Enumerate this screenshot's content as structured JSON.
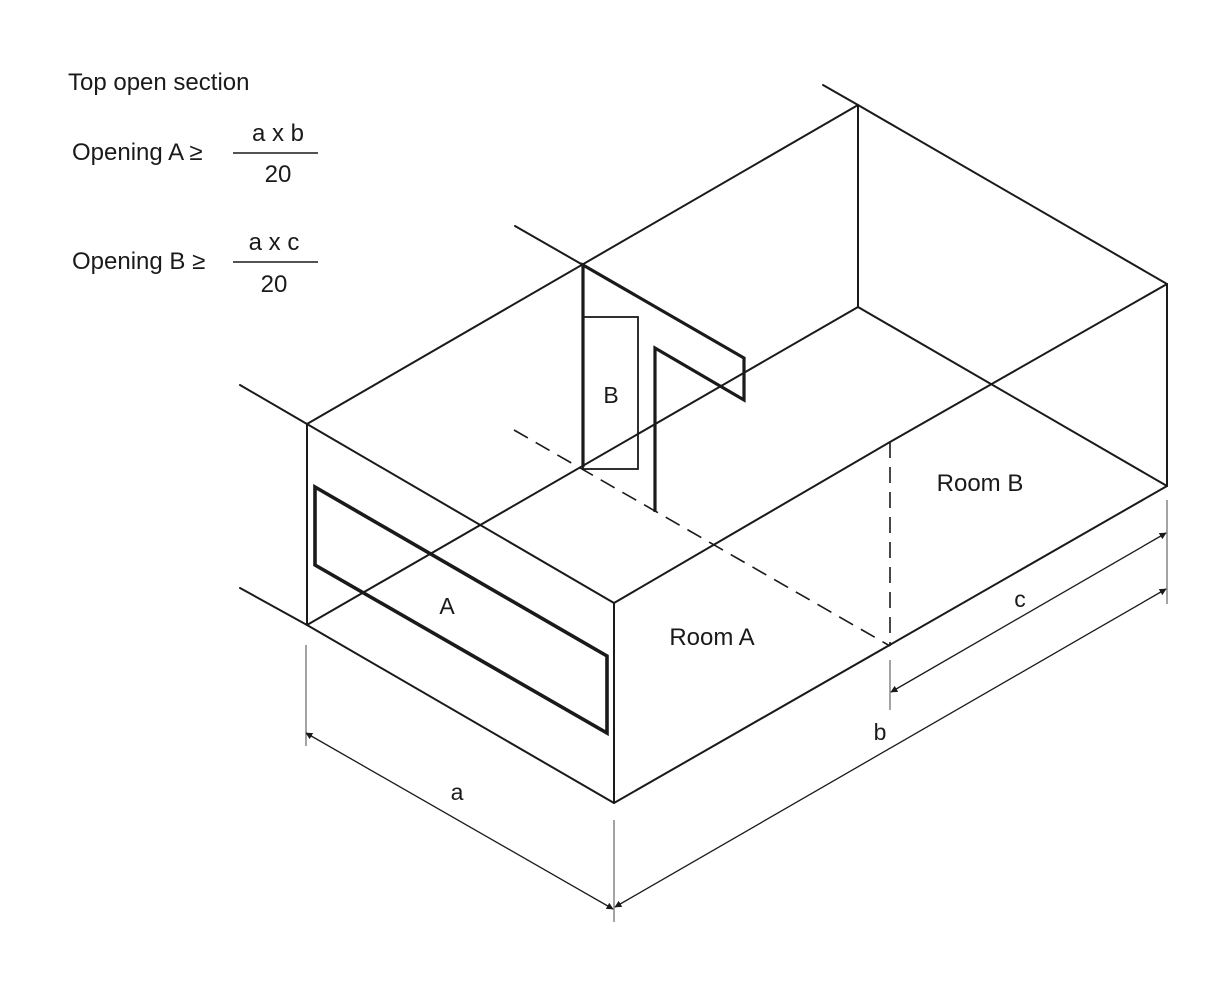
{
  "heading": "Top open section",
  "formulas": {
    "opening_a": {
      "label": "Opening A ≥",
      "numerator": "a x b",
      "denominator": "20"
    },
    "opening_b": {
      "label": "Opening B ≥",
      "numerator": "a x c",
      "denominator": "20"
    }
  },
  "labels": {
    "opening_a": "A",
    "opening_b": "B",
    "room_a": "Room A",
    "room_b": "Room B"
  },
  "dimensions": {
    "a": "a",
    "b": "b",
    "c": "c"
  },
  "colors": {
    "line": "#1a1a1a",
    "dim_line": "#555555"
  }
}
